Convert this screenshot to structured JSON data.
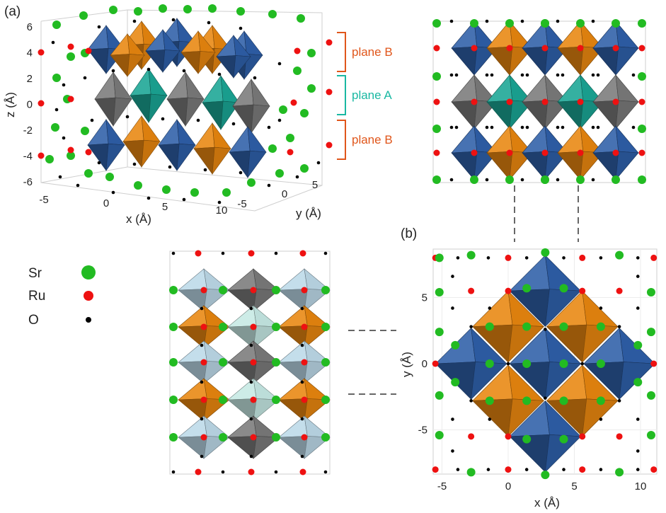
{
  "panel_a": {
    "label": "(a)",
    "x_axis": {
      "label": "x (Å)",
      "ticks": [
        "-5",
        "0",
        "5",
        "10"
      ]
    },
    "y_axis": {
      "label": "y (Å)",
      "ticks": [
        "-5",
        "0",
        "5"
      ]
    },
    "z_axis": {
      "label": "z (Å)",
      "ticks": [
        "6",
        "4",
        "2",
        "0",
        "-2",
        "-4",
        "-6"
      ]
    },
    "planes": [
      {
        "label": "plane B",
        "color": "#e0561b"
      },
      {
        "label": "plane A",
        "color": "#19b8a2"
      },
      {
        "label": "plane B",
        "color": "#e0561b"
      }
    ]
  },
  "panel_b": {
    "label": "(b)",
    "x_axis": {
      "label": "x (Å)",
      "ticks": [
        "-5",
        "0",
        "5",
        "10"
      ]
    },
    "y_axis": {
      "label": "y (Å)",
      "ticks": [
        "5",
        "0",
        "-5"
      ]
    }
  },
  "legend": [
    {
      "label": "Sr",
      "color": "#22bb22"
    },
    {
      "label": "Ru",
      "color": "#ee1111"
    },
    {
      "label": "O",
      "color": "#000000"
    }
  ],
  "colors": {
    "octa_blue": "#2e5fa8",
    "octa_orange": "#e8860f",
    "octa_gray": "#7a7a7a",
    "octa_teal": "#1aa594",
    "octa_lightblue": "#bcd9e8",
    "plane_b": "#e0561b",
    "plane_a": "#19b8a2",
    "sr": "#22bb22",
    "ru": "#ee1111",
    "o": "#000000"
  }
}
